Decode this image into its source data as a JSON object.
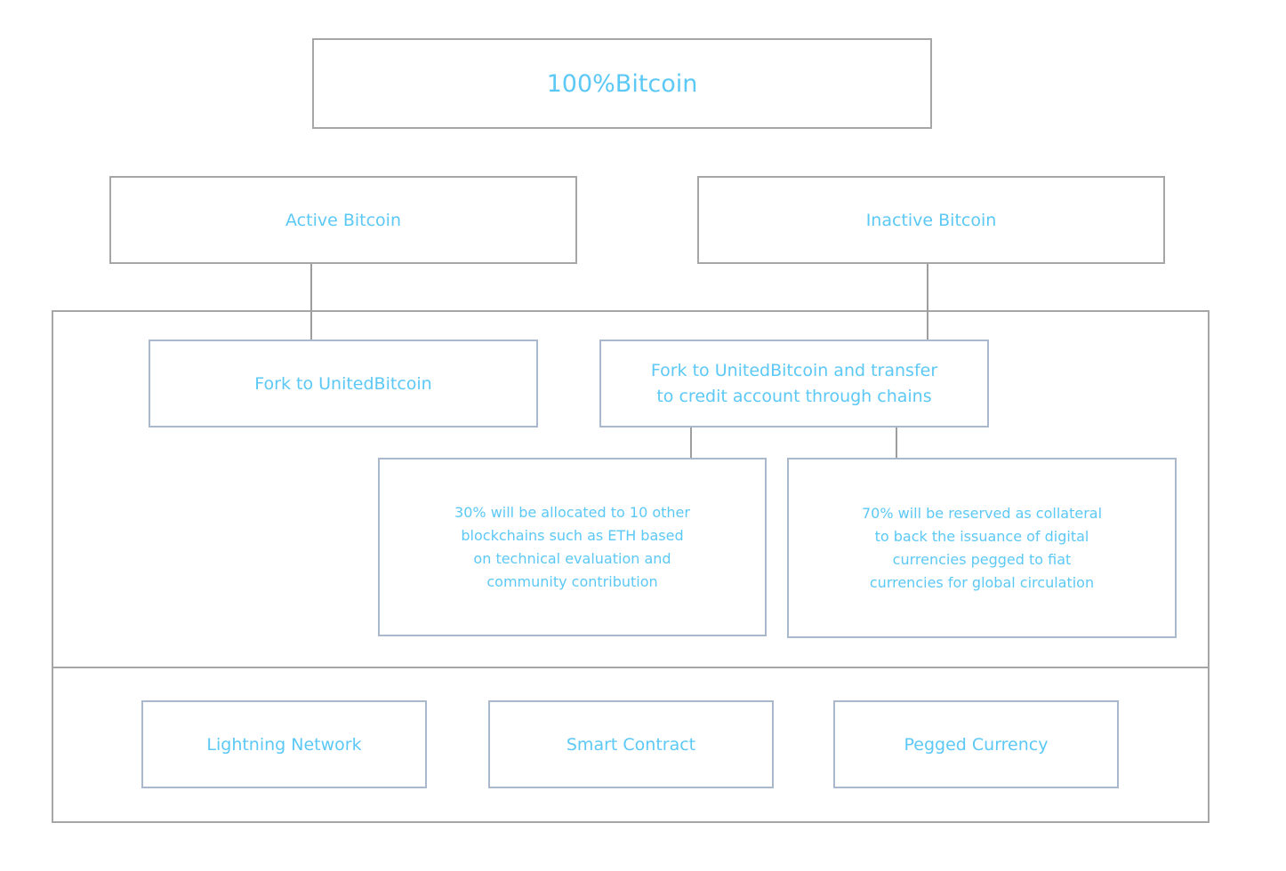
{
  "root": {
    "label": "100%Bitcoin"
  },
  "active": {
    "label": "Active Bitcoin"
  },
  "inactive": {
    "label": "Inactive Bitcoin"
  },
  "fork_united": {
    "label": "Fork to UnitedBitcoin"
  },
  "fork_transfer": {
    "label": "Fork to UnitedBitcoin and transfer\nto credit account through chains"
  },
  "allocation_30": {
    "label": "30% will be allocated to 10 other\nblockchains such as ETH based\non technical evaluation and\ncommunity contribution"
  },
  "reserve_70": {
    "label": "70% will be reserved as collateral\nto back the issuance of digital\ncurrencies pegged to fiat\ncurrencies for global circulation"
  },
  "applications": [
    {
      "label": "Lightning Network"
    },
    {
      "label": "Smart Contract"
    },
    {
      "label": "Pegged Currency"
    }
  ],
  "colors": {
    "text": "#5cc8f5",
    "border_gray": "#a6a6a6",
    "border_blue": "#a9b8cc",
    "connector": "#9e9e9e"
  }
}
